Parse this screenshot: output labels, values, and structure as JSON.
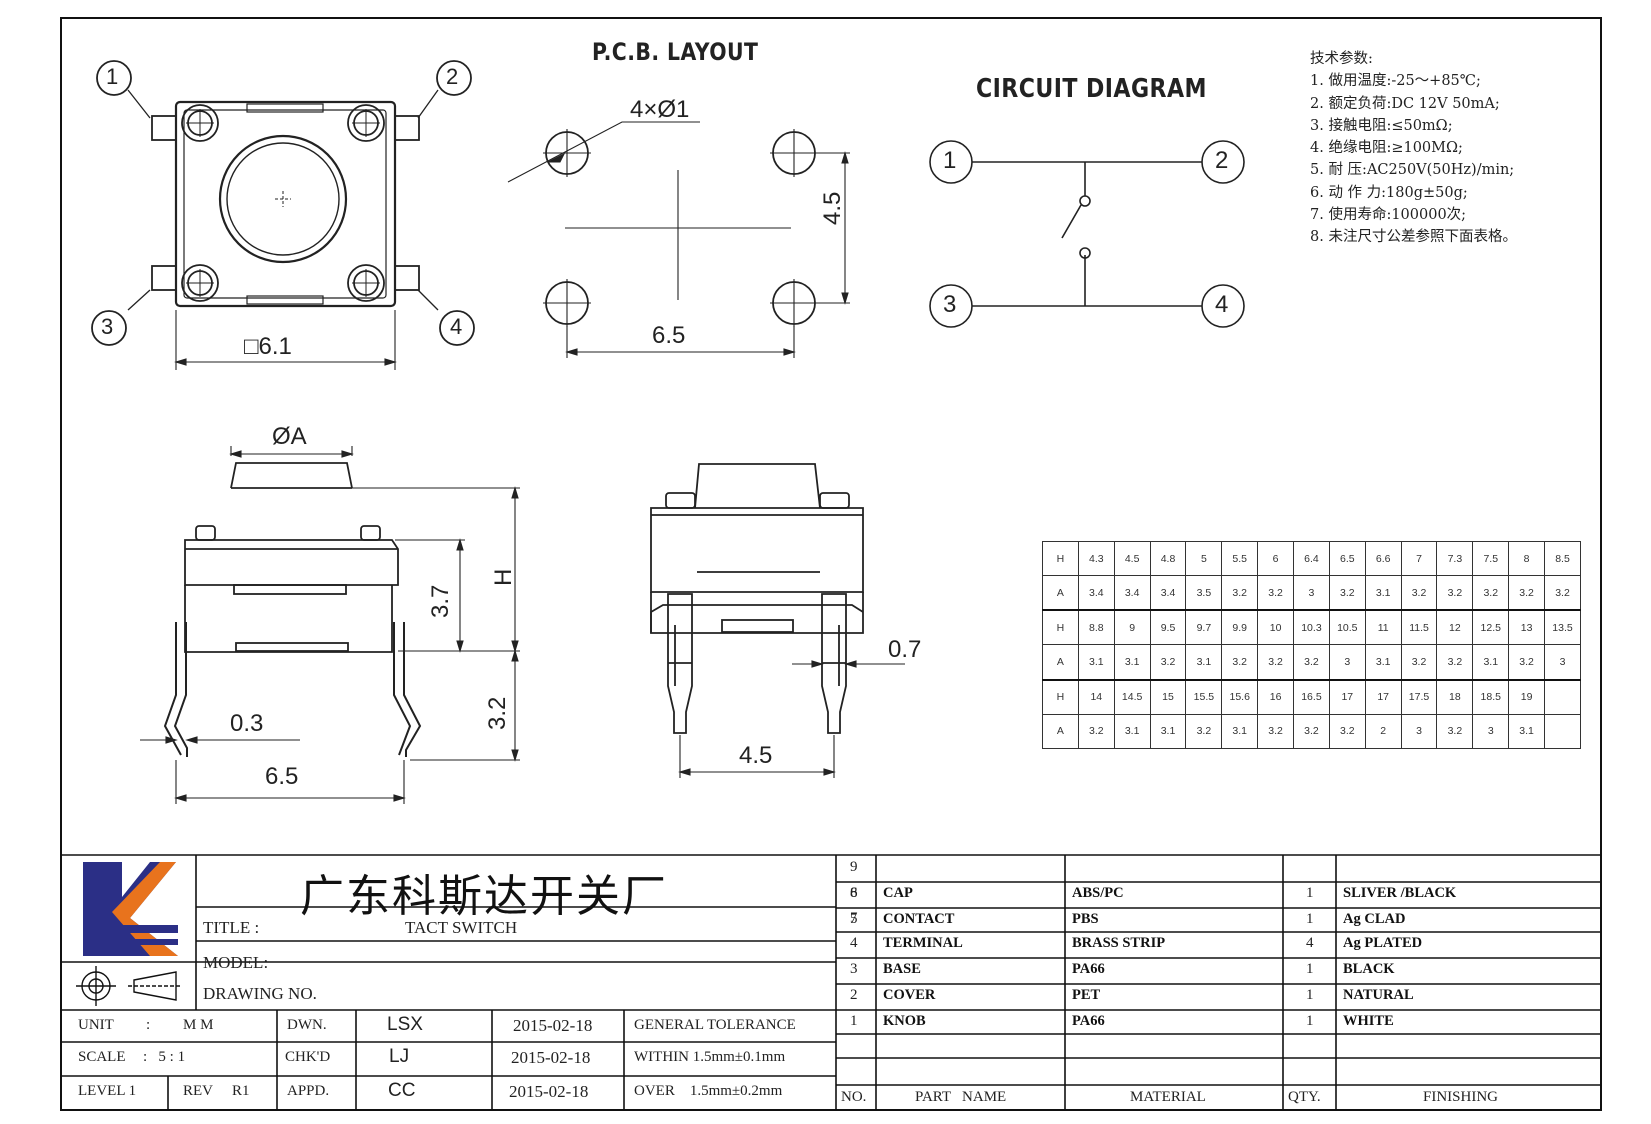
{
  "drawing": {
    "headings": {
      "pcb_layout": "P.C.B. LAYOUT",
      "circuit_diagram": "CIRCUIT DIAGRAM"
    },
    "dimensions": {
      "top_square": "□6.1",
      "hole_spec": "4×Ø1",
      "pcb_width": "6.5",
      "pcb_height": "4.5",
      "knob_diameter": "ØA",
      "body_height": "3.7",
      "total_height": "H",
      "lead_thickness": "0.3",
      "lead_length": "3.2",
      "lead_span_front": "6.5",
      "lead_width": "0.7",
      "lead_span_side": "4.5"
    },
    "pin_numbers": [
      "1",
      "2",
      "3",
      "4"
    ]
  },
  "specs": {
    "title": "技术参数:",
    "items": [
      "1.  做用温度:-25～+85℃;",
      "2.  额定负荷:DC 12V 50mA;",
      "3.  接触电阻:≤50mΩ;",
      "4.  绝缘电阻:≥100MΩ;",
      "5.  耐    压:AC250V(50Hz)/min;",
      "6.  动 作 力:180g±50g;",
      "7.  使用寿命:100000次;",
      "8.  未注尺寸公差参照下面表格。"
    ]
  },
  "height_table": {
    "rows": [
      [
        "H",
        "4.3",
        "4.5",
        "4.8",
        "5",
        "5.5",
        "6",
        "6.4",
        "6.5",
        "6.6",
        "7",
        "7.3",
        "7.5",
        "8",
        "8.5"
      ],
      [
        "A",
        "3.4",
        "3.4",
        "3.4",
        "3.5",
        "3.2",
        "3.2",
        "3",
        "3.2",
        "3.1",
        "3.2",
        "3.2",
        "3.2",
        "3.2",
        "3.2"
      ],
      [
        "H",
        "8.8",
        "9",
        "9.5",
        "9.7",
        "9.9",
        "10",
        "10.3",
        "10.5",
        "11",
        "11.5",
        "12",
        "12.5",
        "13",
        "13.5"
      ],
      [
        "A",
        "3.1",
        "3.1",
        "3.2",
        "3.1",
        "3.2",
        "3.2",
        "3.2",
        "3",
        "3.1",
        "3.2",
        "3.2",
        "3.1",
        "3.2",
        "3"
      ],
      [
        "H",
        "14",
        "14.5",
        "15",
        "15.5",
        "15.6",
        "16",
        "16.5",
        "17",
        "17",
        "17.5",
        "18",
        "18.5",
        "19",
        ""
      ],
      [
        "A",
        "3.2",
        "3.1",
        "3.1",
        "3.2",
        "3.1",
        "3.2",
        "3.2",
        "3.2",
        "2",
        "3",
        "3.2",
        "3",
        "3.1",
        ""
      ]
    ]
  },
  "title_block": {
    "company": "广东科斯达开关厂",
    "title_label": "TITLE :",
    "title_value": "TACT SWITCH",
    "model_label": "MODEL:",
    "drawing_no_label": "DRAWING NO.",
    "unit_label": "UNIT",
    "unit_colon": ":",
    "unit_value": "M M",
    "scale_label": "SCALE",
    "scale_value": ":   5 : 1",
    "level_label": "LEVEL 1",
    "rev_label": "REV",
    "rev_value": "R1",
    "dwn_label": "DWN.",
    "dwn_value": "LSX",
    "chkd_label": "CHK'D",
    "chkd_value": "LJ",
    "appd_label": "APPD.",
    "appd_value": "CC",
    "dates": [
      "2015-02-18",
      "2015-02-18",
      "2015-02-18"
    ],
    "tolerance_title": "GENERAL TOLERANCE",
    "tolerance_within": "WITHIN 1.5mm±0.1mm",
    "tolerance_over": "OVER    1.5mm±0.2mm",
    "logo_colors": {
      "blue": "#2b2f86",
      "orange": "#e8731d"
    }
  },
  "bom": {
    "header": {
      "no": "NO.",
      "part": "PART   NAME",
      "material": "MATERIAL",
      "qty": "QTY.",
      "finishing": "FINISHING"
    },
    "empty_rows": [
      "9",
      "8",
      "7"
    ],
    "rows": [
      {
        "no": "6",
        "part": "CAP",
        "material": "ABS/PC",
        "qty": "1",
        "finishing": "SLIVER /BLACK"
      },
      {
        "no": "5",
        "part": "CONTACT",
        "material": "PBS",
        "qty": "1",
        "finishing": "Ag CLAD"
      },
      {
        "no": "4",
        "part": "TERMINAL",
        "material": "BRASS STRIP",
        "qty": "4",
        "finishing": "Ag PLATED"
      },
      {
        "no": "3",
        "part": "BASE",
        "material": "PA66",
        "qty": "1",
        "finishing": "BLACK"
      },
      {
        "no": "2",
        "part": "COVER",
        "material": "PET",
        "qty": "1",
        "finishing": "NATURAL"
      },
      {
        "no": "1",
        "part": "KNOB",
        "material": "PA66",
        "qty": "1",
        "finishing": "WHITE"
      }
    ]
  }
}
